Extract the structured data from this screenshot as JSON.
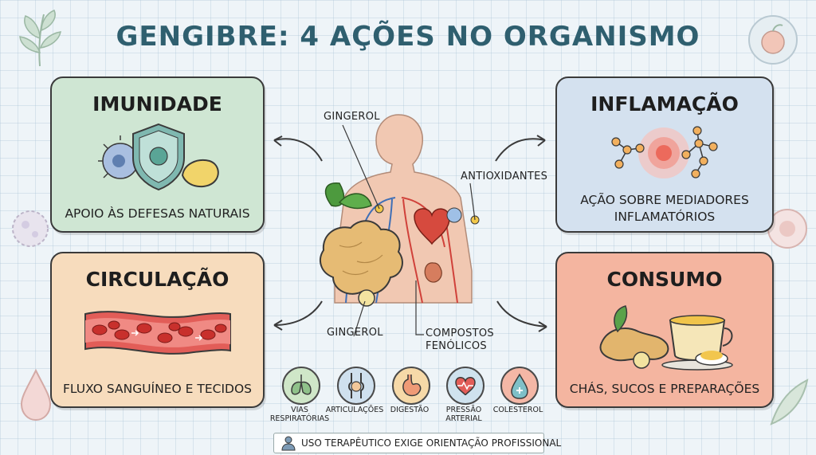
{
  "title": "GENGIBRE: 4 AÇÕES NO ORGANISMO",
  "cards": {
    "imunidade": {
      "title": "IMUNIDADE",
      "desc": "APOIO ÀS DEFESAS NATURAIS"
    },
    "inflamacao": {
      "title": "INFLAMAÇÃO",
      "desc_line1": "AÇÃO SOBRE MEDIADORES",
      "desc_line2": "INFLAMATÓRIOS"
    },
    "circulacao": {
      "title": "CIRCULAÇÃO",
      "desc": "FLUXO SANGUÍNEO E TECIDOS"
    },
    "consumo": {
      "title": "CONSUMO",
      "desc": "CHÁS, SUCOS E PREPARAÇÕES"
    }
  },
  "center_labels": {
    "gingerol_top": "GINGEROL",
    "antioxidantes": "ANTIOXIDANTES",
    "gingerol_bottom": "GINGEROL",
    "compostos_line1": "COMPOSTOS",
    "compostos_line2": "FENÓLICOS"
  },
  "benefit_icons": [
    {
      "icon": "lungs-icon",
      "label_line1": "VIAS",
      "label_line2": "RESPIRATÓRIAS",
      "color": "#cfe6c8"
    },
    {
      "icon": "joint-icon",
      "label_line1": "ARTICULAÇÕES",
      "label_line2": "",
      "color": "#cfe0ee"
    },
    {
      "icon": "stomach-icon",
      "label_line1": "DIGESTÃO",
      "label_line2": "",
      "color": "#f6d9a8"
    },
    {
      "icon": "blood-pressure-icon",
      "label_line1": "PRESSÃO",
      "label_line2": "ARTERIAL",
      "color": "#cfe2ee"
    },
    {
      "icon": "cholesterol-icon",
      "label_line1": "COLESTEROL",
      "label_line2": "",
      "color": "#f4b7a6"
    }
  ],
  "footer": {
    "text": "USO TERAPÊUTICO EXIGE ORIENTAÇÃO PROFISSIONAL"
  },
  "colors": {
    "title": "#2f5f6f",
    "imunidade_bg": "#cfe6d3",
    "inflamacao_bg": "#d4e1ef",
    "circulacao_bg": "#f7dcbd",
    "consumo_bg": "#f4b5a0"
  }
}
